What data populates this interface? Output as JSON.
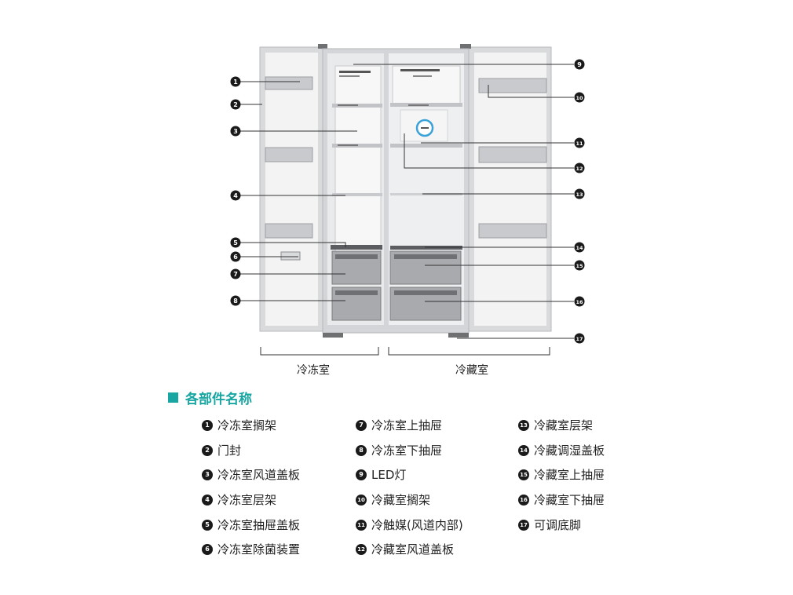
{
  "labels": {
    "freezer": "冷冻室",
    "fridge": "冷藏室"
  },
  "section_title": "各部件名称",
  "callouts": [
    "1",
    "2",
    "3",
    "4",
    "5",
    "6",
    "7",
    "8",
    "9",
    "10",
    "11",
    "12",
    "13",
    "14",
    "15",
    "16",
    "17"
  ],
  "legend": [
    {
      "num": "1",
      "text": "冷冻室搁架"
    },
    {
      "num": "2",
      "text": "门封"
    },
    {
      "num": "3",
      "text": "冷冻室风道盖板"
    },
    {
      "num": "4",
      "text": "冷冻室层架"
    },
    {
      "num": "5",
      "text": "冷冻室抽屉盖板"
    },
    {
      "num": "6",
      "text": "冷冻室除菌装置"
    },
    {
      "num": "7",
      "text": "冷冻室上抽屉"
    },
    {
      "num": "8",
      "text": "冷冻室下抽屉"
    },
    {
      "num": "9",
      "text": "LED灯"
    },
    {
      "num": "10",
      "text": "冷藏室搁架"
    },
    {
      "num": "11",
      "text": "冷触媒(风道内部)"
    },
    {
      "num": "12",
      "text": "冷藏室风道盖板"
    },
    {
      "num": "13",
      "text": "冷藏室层架"
    },
    {
      "num": "14",
      "text": "冷藏调湿盖板"
    },
    {
      "num": "15",
      "text": "冷藏室上抽屉"
    },
    {
      "num": "16",
      "text": "冷藏室下抽屉"
    },
    {
      "num": "17",
      "text": "可调底脚"
    }
  ]
}
